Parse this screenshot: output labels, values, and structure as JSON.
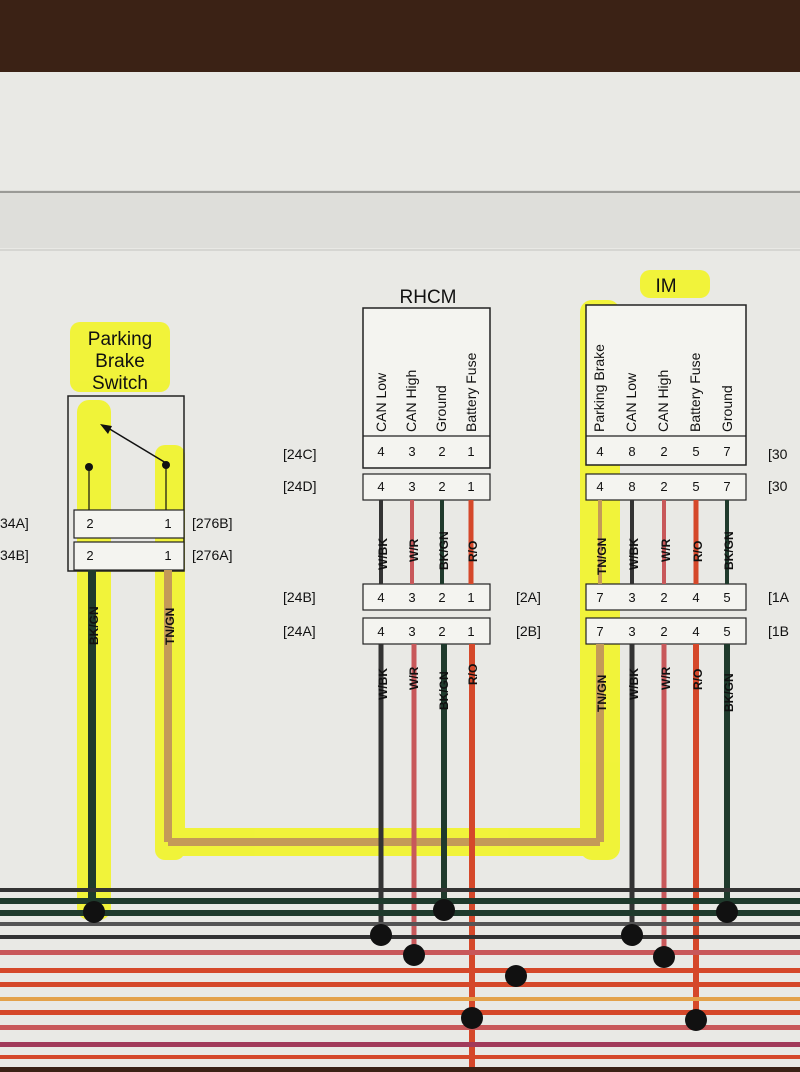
{
  "diagram": {
    "parking_brake_switch": {
      "title_lines": [
        "Parking",
        "Brake",
        "Switch"
      ],
      "conn_a_label": "34A]",
      "conn_b_label": "34B]",
      "conn_276b": "[276B]",
      "conn_276a": "[276A]",
      "pins": [
        "2",
        "1"
      ],
      "wires": [
        "BK/GN",
        "TN/GN"
      ]
    },
    "rhcm": {
      "title": "RHCM",
      "columns": [
        "CAN Low",
        "CAN High",
        "Ground",
        "Battery Fuse"
      ],
      "pins": [
        "4",
        "3",
        "2",
        "1"
      ],
      "wires": [
        "W/BK",
        "W/R",
        "BK/GN",
        "R/O"
      ],
      "conn_24c": "[24C]",
      "conn_24d": "[24D]",
      "conn_24b": "[24B]",
      "conn_24a": "[24A]"
    },
    "im": {
      "title": "IM",
      "columns": [
        "Parking Brake",
        "CAN Low",
        "CAN High",
        "Battery Fuse",
        "Ground"
      ],
      "top_pins": [
        "4",
        "8",
        "2",
        "5",
        "7"
      ],
      "bottom_pins": [
        "7",
        "3",
        "2",
        "4",
        "5"
      ],
      "wires": [
        "TN/GN",
        "W/BK",
        "W/R",
        "R/O",
        "BK/GN"
      ],
      "conn_30a": "[30",
      "conn_30b": "[30",
      "conn_2a": "[2A]",
      "conn_2b": "[2B]",
      "conn_1a": "[1A",
      "conn_1b": "[1B"
    }
  },
  "colors": {
    "highlight": "#f2f51c",
    "paper": "#e9e9e5",
    "black_green": "#1f3a2c",
    "red_orange": "#d5482a",
    "tan": "#c49a58"
  }
}
